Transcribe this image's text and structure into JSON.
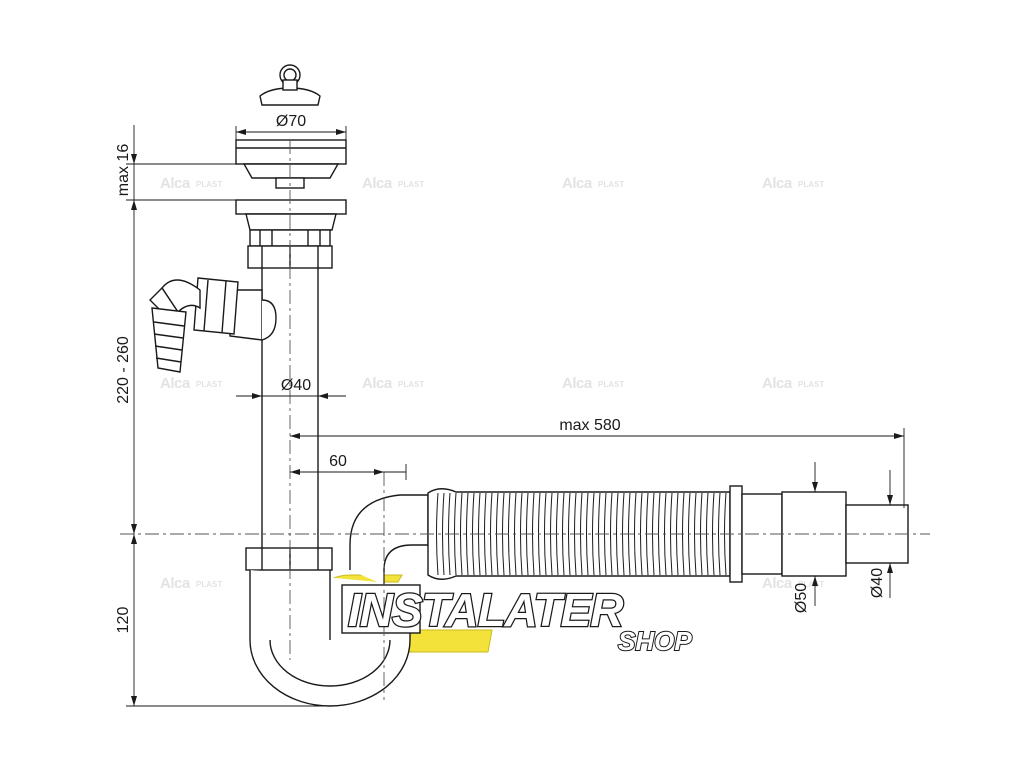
{
  "dimensions": {
    "d70": "Ø70",
    "max16": "max 16",
    "range220_260": "220 - 260",
    "d40_vertical": "Ø40",
    "max580": "max 580",
    "d60": "60",
    "h120": "120",
    "d50": "Ø50",
    "d40_outlet": "Ø40"
  },
  "watermark": {
    "brand": "Alca",
    "suffix": "PLAST"
  },
  "logo": {
    "main": "INSTALATER",
    "sub": "SHOP",
    "accent_color": "#f2e23a"
  },
  "colors": {
    "line": "#1a1a1a",
    "centerline": "#555555",
    "watermark": "#e3e3e3"
  }
}
